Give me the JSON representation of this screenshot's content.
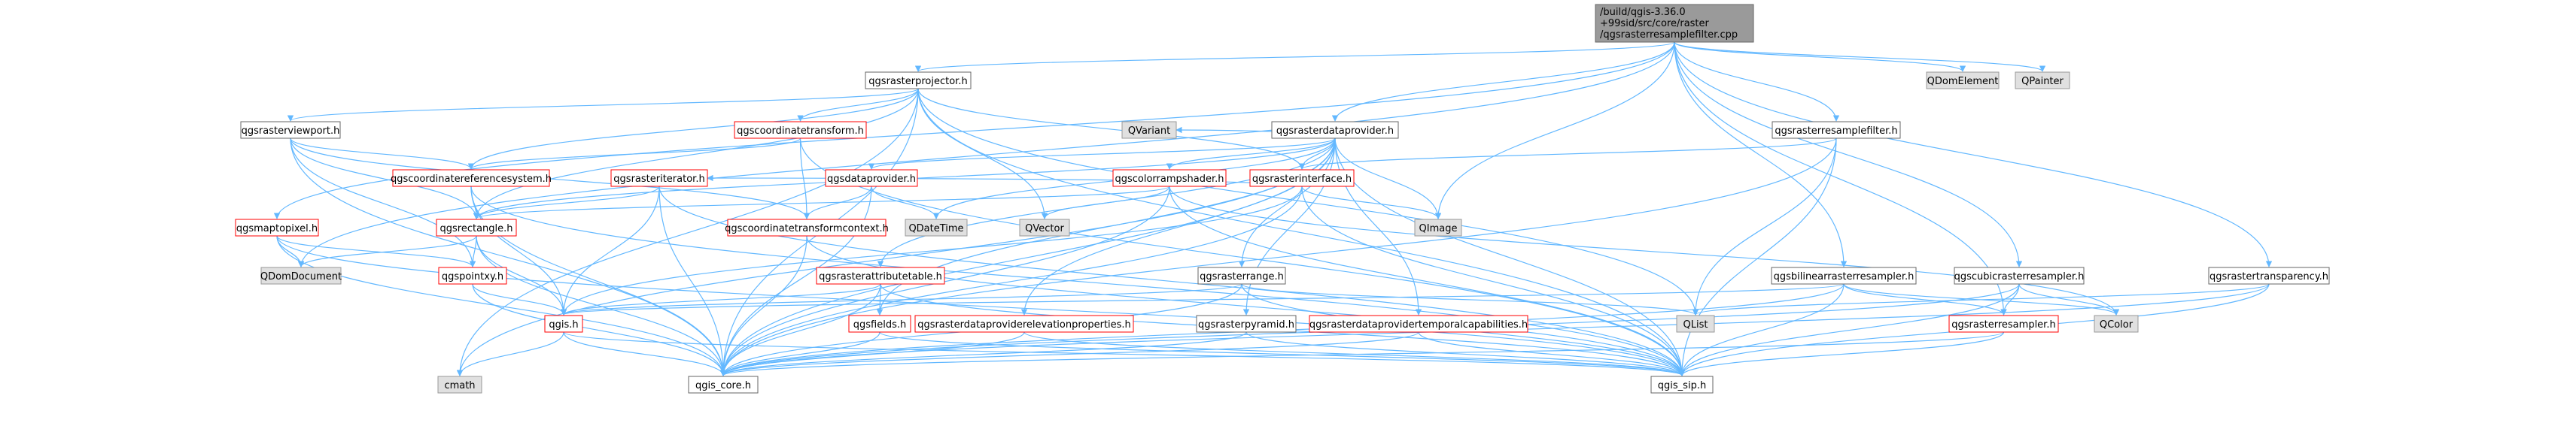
{
  "colors": {
    "edge": "#63b8ff",
    "node_border": "#666666",
    "node_fill": "#ffffff",
    "root_fill": "#9a9a9a",
    "root_border": "#666666",
    "external_fill": "#e0e0e0",
    "external_border": "#999999",
    "red_border": "#ff0000",
    "text": "#000000"
  },
  "root": {
    "lines": [
      "/build/qgis-3.36.0",
      "+99sid/src/core/raster",
      "/qgsrasterresamplefilter.cpp"
    ]
  },
  "nodes": {
    "qgsrasterprojector": "qgsrasterprojector.h",
    "qgsrasterviewport": "qgsrasterviewport.h",
    "qgscoordinatetransform": "qgscoordinatetransform.h",
    "qgsrasterdataprovider": "qgsrasterdataprovider.h",
    "qgsrasterresamplefilter": "qgsrasterresamplefilter.h",
    "qgscoordinatereferencesystem": "qgscoordinatereferencesystem.h",
    "qgsrasteriterator": "qgsrasteriterator.h",
    "qgsdataprovider": "qgsdataprovider.h",
    "qgscolorrampshader": "qgscolorrampshader.h",
    "qgsrasterinterface": "qgsrasterinterface.h",
    "qgsmaptopixel": "qgsmaptopixel.h",
    "qgsrectangle": "qgsrectangle.h",
    "qgscoordinatetransformcontext": "qgscoordinatetransformcontext.h",
    "qgsrasterattributetable": "qgsrasterattributetable.h",
    "qgsrasterrange": "qgsrasterrange.h",
    "qgspointxy": "qgspointxy.h",
    "qgis": "qgis.h",
    "qgsfields": "qgsfields.h",
    "qgsrasterdataproviderelevationproperties": "qgsrasterdataproviderelevationproperties.h",
    "qgsrasterpyramid": "qgsrasterpyramid.h",
    "qgsrasterdataprovidertemporalcapabilities": "qgsrasterdataprovidertemporalcapabilities.h",
    "qgsbilinearrasterresampler": "qgsbilinearrasterresampler.h",
    "qgscubicrasterresampler": "qgscubicrasterresampler.h",
    "qgsrastertransparency": "qgsrastertransparency.h",
    "qgsrasterresampler": "qgsrasterresampler.h",
    "qgis_core": "qgis_core.h",
    "qgis_sip": "qgis_sip.h",
    "cmath": "cmath",
    "QDomDocument": "QDomDocument",
    "QVariant": "QVariant",
    "QVector": "QVector",
    "QDateTime": "QDateTime",
    "QImage": "QImage",
    "QList": "QList",
    "QColor": "QColor",
    "QDomElement": "QDomElement",
    "QPainter": "QPainter"
  }
}
